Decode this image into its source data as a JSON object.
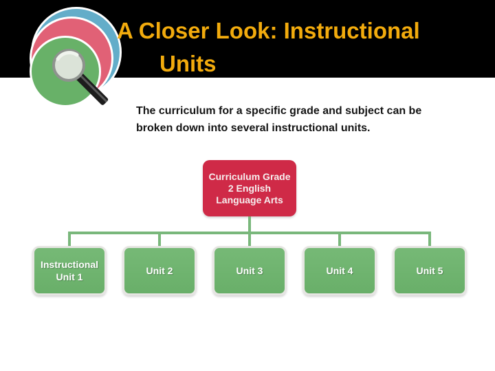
{
  "header": {
    "title_line1": "A Closer Look: Instructional",
    "title_line2": "Units",
    "title_color": "#F2AB0D",
    "bar_color": "#000000"
  },
  "logo": {
    "outer_ring_color": "#63ADC9",
    "middle_ring_color": "#E16176",
    "inner_circle_color": "#68B168"
  },
  "body": {
    "line1": "The curriculum for a specific grade and subject can be",
    "line2": "broken down into several instructional units.",
    "text_color": "#141414"
  },
  "diagram": {
    "root_lines": [
      "Curriculum Grade",
      "2 English",
      "Language Arts"
    ],
    "root_color": "#CF2A47",
    "units": [
      {
        "label": "Instructional Unit 1"
      },
      {
        "label": "Unit 2"
      },
      {
        "label": "Unit 3"
      },
      {
        "label": "Unit 4"
      },
      {
        "label": "Unit 5"
      }
    ],
    "unit_color": "#6FB36F",
    "unit_border_color": "#E6E5E2",
    "connector_color": "#79B77B"
  }
}
